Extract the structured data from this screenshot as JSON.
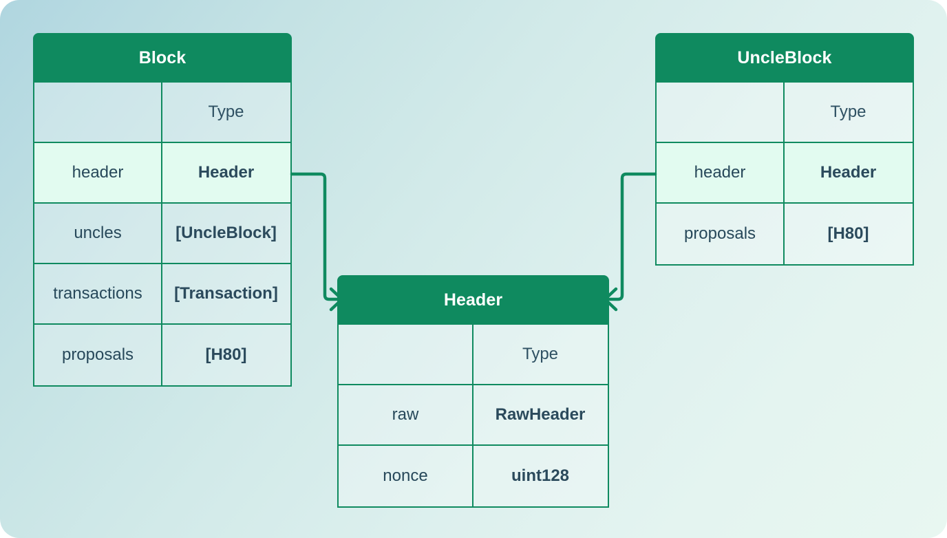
{
  "diagram": {
    "kind": "entity-relationship-diagram",
    "accent_color": "#0f8a5f",
    "highlight_row_color": "#e2fbf0",
    "text_color": "#27485a",
    "background": "light blue to mint diagonal gradient",
    "entities": [
      {
        "id": "block",
        "title": "Block",
        "columns": [
          "",
          "Type"
        ],
        "rows": [
          {
            "name": "",
            "type": "Type",
            "is_header": true,
            "highlight": false
          },
          {
            "name": "header",
            "type": "Header",
            "is_header": false,
            "highlight": true
          },
          {
            "name": "uncles",
            "type": "[UncleBlock]",
            "is_header": false,
            "highlight": false
          },
          {
            "name": "transactions",
            "type": "[Transaction]",
            "is_header": false,
            "highlight": false
          },
          {
            "name": "proposals",
            "type": "[H80]",
            "is_header": false,
            "highlight": false
          }
        ]
      },
      {
        "id": "uncleblock",
        "title": "UncleBlock",
        "columns": [
          "",
          "Type"
        ],
        "rows": [
          {
            "name": "",
            "type": "Type",
            "is_header": true,
            "highlight": false
          },
          {
            "name": "header",
            "type": "Header",
            "is_header": false,
            "highlight": true
          },
          {
            "name": "proposals",
            "type": "[H80]",
            "is_header": false,
            "highlight": false
          }
        ]
      },
      {
        "id": "header",
        "title": "Header",
        "columns": [
          "",
          "Type"
        ],
        "rows": [
          {
            "name": "",
            "type": "Type",
            "is_header": true,
            "highlight": false
          },
          {
            "name": "raw",
            "type": "RawHeader",
            "is_header": false,
            "highlight": false
          },
          {
            "name": "nonce",
            "type": "uint128",
            "is_header": false,
            "highlight": false
          }
        ]
      }
    ],
    "relationships": [
      {
        "from": "block.header",
        "to": "header",
        "direction": "right-then-down",
        "arrow": "open-chevron"
      },
      {
        "from": "uncleblock.header",
        "to": "header",
        "direction": "left-then-down",
        "arrow": "open-chevron"
      }
    ]
  }
}
